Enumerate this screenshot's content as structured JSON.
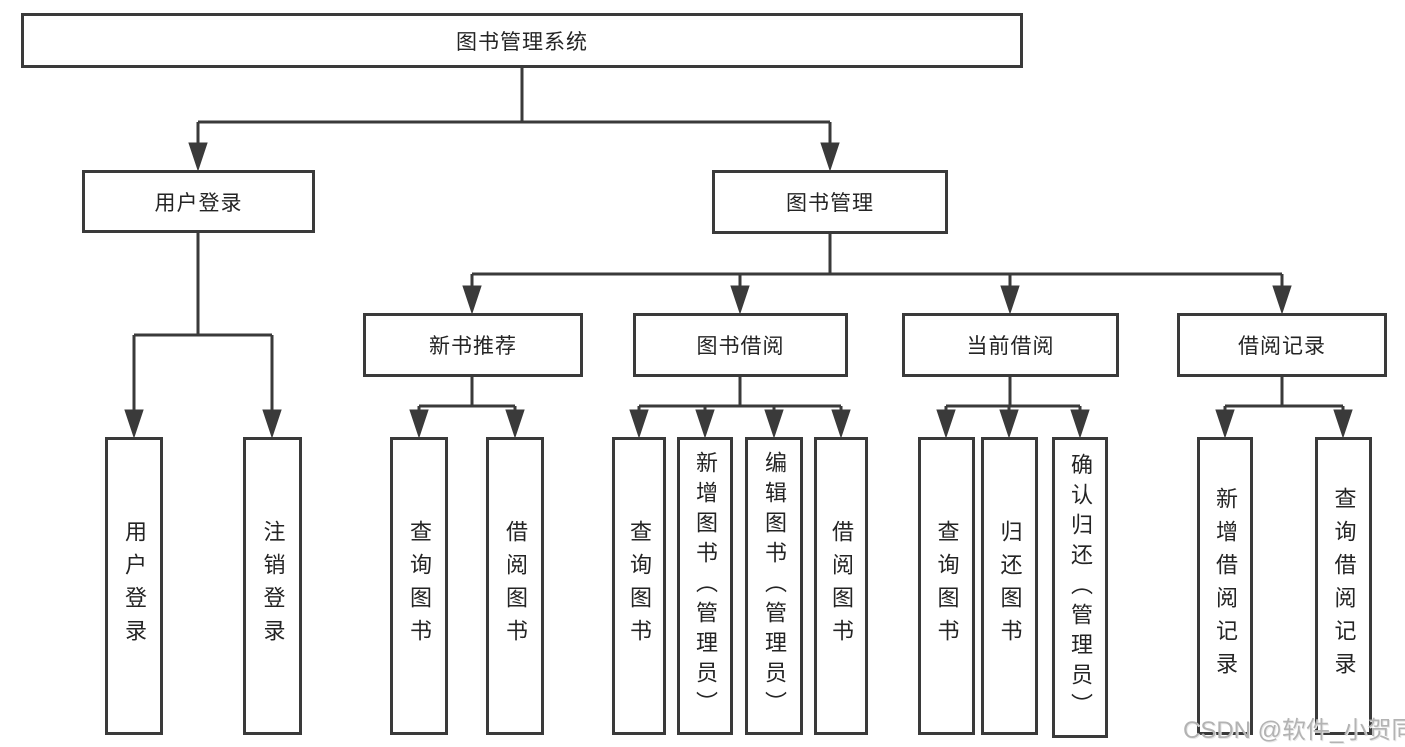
{
  "diagram": {
    "root_label": "图书管理系统",
    "level1": [
      {
        "label": "用户登录"
      },
      {
        "label": "图书管理"
      }
    ],
    "level2": [
      {
        "label": "新书推荐"
      },
      {
        "label": "图书借阅"
      },
      {
        "label": "当前借阅"
      },
      {
        "label": "借阅记录"
      }
    ],
    "leaves": {
      "user_login": [
        "用户登录",
        "注销登录"
      ],
      "new_books": [
        "查询图书",
        "借阅图书"
      ],
      "book_borrow": [
        "查询图书",
        "新增图书（管理员）",
        "编辑图书（管理员）",
        "借阅图书"
      ],
      "current_borrow": [
        "查询图书",
        "归还图书",
        "确认归还（管理员）"
      ],
      "borrow_records": [
        "新增借阅记录",
        "查询借阅记录"
      ]
    }
  },
  "watermark": "CSDN @软件_小贺同学",
  "colors": {
    "line": "#3a3a3a",
    "text": "#242424",
    "box_background": "#ffffff",
    "watermark_text": "#b3b3b3"
  }
}
